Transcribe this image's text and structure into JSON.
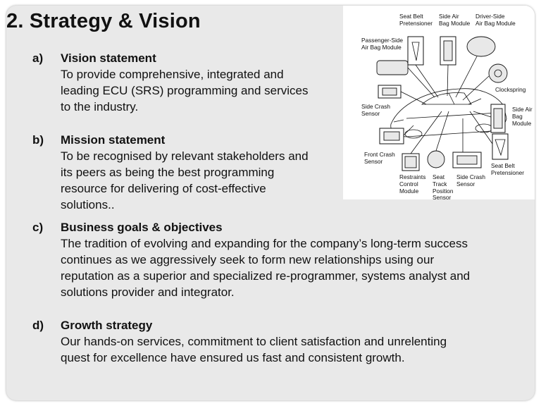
{
  "slide": {
    "title": "2.  Strategy & Vision"
  },
  "sections": [
    {
      "letter": "a)",
      "heading": "Vision statement",
      "lines": [
        "To provide comprehensive, integrated and",
        "leading ECU (SRS) programming and services",
        "to the industry."
      ]
    },
    {
      "letter": "b)",
      "heading": "Mission statement",
      "lines": [
        "To be recognised by relevant stakeholders and",
        "its peers as being the best programming",
        "resource for delivering of cost-effective",
        "solutions.."
      ]
    },
    {
      "letter": "c)",
      "heading": "Business goals & objectives",
      "lines": [
        "The tradition of evolving and expanding for the company’s long-term success",
        "continues as we aggressively seek to form new relationships using our",
        "reputation as a superior and specialized re-programmer, systems analyst and",
        "solutions provider and integrator."
      ]
    },
    {
      "letter": "d)",
      "heading": "Growth strategy",
      "lines": [
        "Our hands-on services, commitment to client satisfaction and unrelenting",
        "quest for excellence have ensured us fast and consistent growth."
      ]
    }
  ],
  "diagram": {
    "labels": {
      "seat_belt_pretensioner_top": [
        "Seat Belt",
        "Pretensioner"
      ],
      "side_air_bag_module_top": [
        "Side Air",
        "Bag Module"
      ],
      "driver_side_air_bag": [
        "Driver-Side",
        "Air Bag Module"
      ],
      "passenger_side_air_bag": [
        "Passenger-Side",
        "Air Bag Module"
      ],
      "clockspring": [
        "Clockspring"
      ],
      "side_crash_sensor_left": [
        "Side Crash",
        "Sensor"
      ],
      "side_air_bag_module_right": [
        "Side Air",
        "Bag",
        "Module"
      ],
      "front_crash_sensor": [
        "Front Crash",
        "Sensor"
      ],
      "seat_belt_pretensioner_right": [
        "Seat Belt",
        "Pretensioner"
      ],
      "restraints_control_module": [
        "Restraints",
        "Control",
        "Module"
      ],
      "seat_track_position_sensor": [
        "Seat",
        "Track",
        "Position",
        "Sensor"
      ],
      "side_crash_sensor_bottom": [
        "Side Crash",
        "Sensor"
      ]
    }
  }
}
